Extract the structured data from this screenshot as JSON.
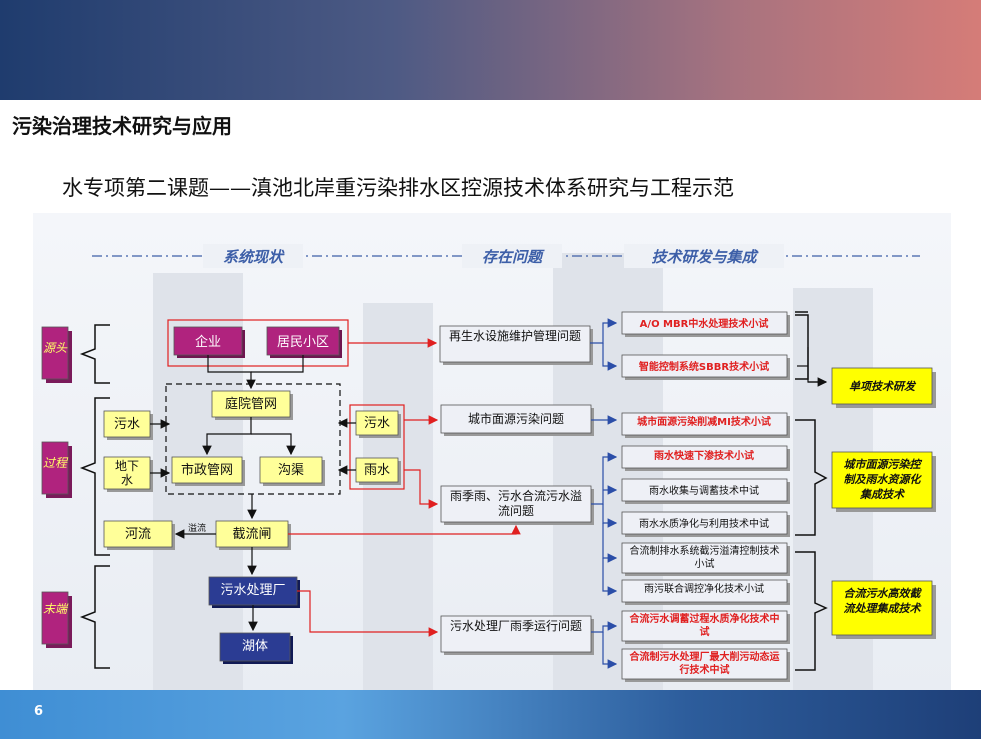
{
  "header": {
    "page_title": "污染治理技术研究与应用",
    "subtitle": "水专项第二课题——滇池北岸重污染排水区控源技术体系研究与工程示范",
    "page_number": "6"
  },
  "sections": [
    "系统现状",
    "存在问题",
    "技术研发与集成"
  ],
  "stages": {
    "source": "源头",
    "process": "过程",
    "end": "末端"
  },
  "status_nodes": {
    "enterprise": "企业",
    "residential": "居民小区",
    "courtyard_pipes": "庭院管网",
    "municipal_pipes": "市政管网",
    "ditch": "沟渠",
    "sewage_left": "污水",
    "groundwater": "地下水",
    "sewage_right": "污水",
    "rainwater": "雨水",
    "river": "河流",
    "overflow_label": "溢流",
    "interception_gate": "截流闸",
    "wwtp": "污水处理厂",
    "lake": "湖体"
  },
  "problems": {
    "reclaimed_water": "再生水设施维护管理问题",
    "nonpoint": "城市面源污染问题",
    "combined_overflow": "雨季雨、污水合流污水溢流问题",
    "wwtp_rainy": "污水处理厂雨季运行问题"
  },
  "tech_tests": {
    "ao_mbr": "A/O MBR中水处理技术小试",
    "sbbr": "智能控制系统SBBR技术小试",
    "nonpoint_mi": "城市面源污染削减MI技术小试",
    "rain_infiltration": "雨水快速下渗技术小试",
    "rain_collection": "雨水收集与调蓄技术中试",
    "rain_purification": "雨水水质净化与利用技术中试",
    "combined_sewer": "合流制排水系统截污溢清控制技术小试",
    "rain_sewage_joint": "雨污联合调控净化技术小试",
    "combined_storage": "合流污水调蓄过程水质净化技术中试",
    "wwtp_dynamic": "合流制污水处理厂最大削污动态运行技术中试"
  },
  "integrations": {
    "single": "单项技术研发",
    "nonpoint_integration": "城市面源污染控制及雨水资源化集成技术",
    "combined_integration": "合流污水高效截流处理集成技术"
  },
  "colors": {
    "magenta": "#b0237e",
    "yellow": "#ffff99",
    "navy": "#2b3c93",
    "red": "#e02020",
    "blue": "#2b4ea8"
  }
}
